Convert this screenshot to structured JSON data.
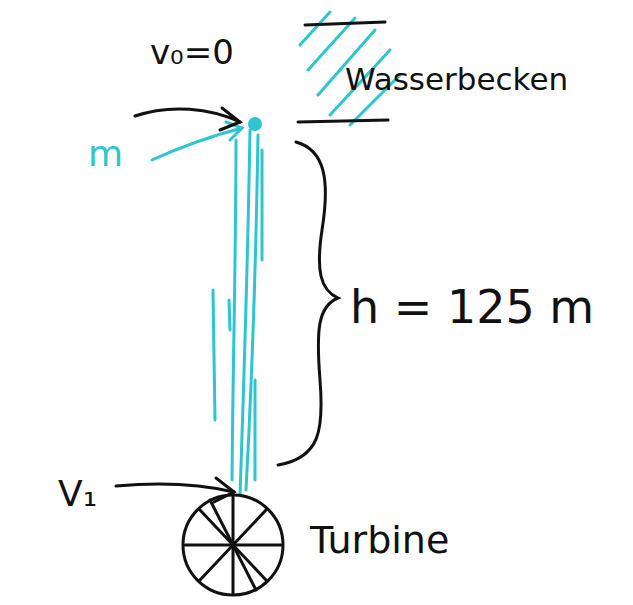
{
  "diagram": {
    "labels": [
      "v₀=0",
      "Wasserbecken",
      "m",
      "h = 125 m",
      "V₁",
      "Turbine"
    ]
  }
}
